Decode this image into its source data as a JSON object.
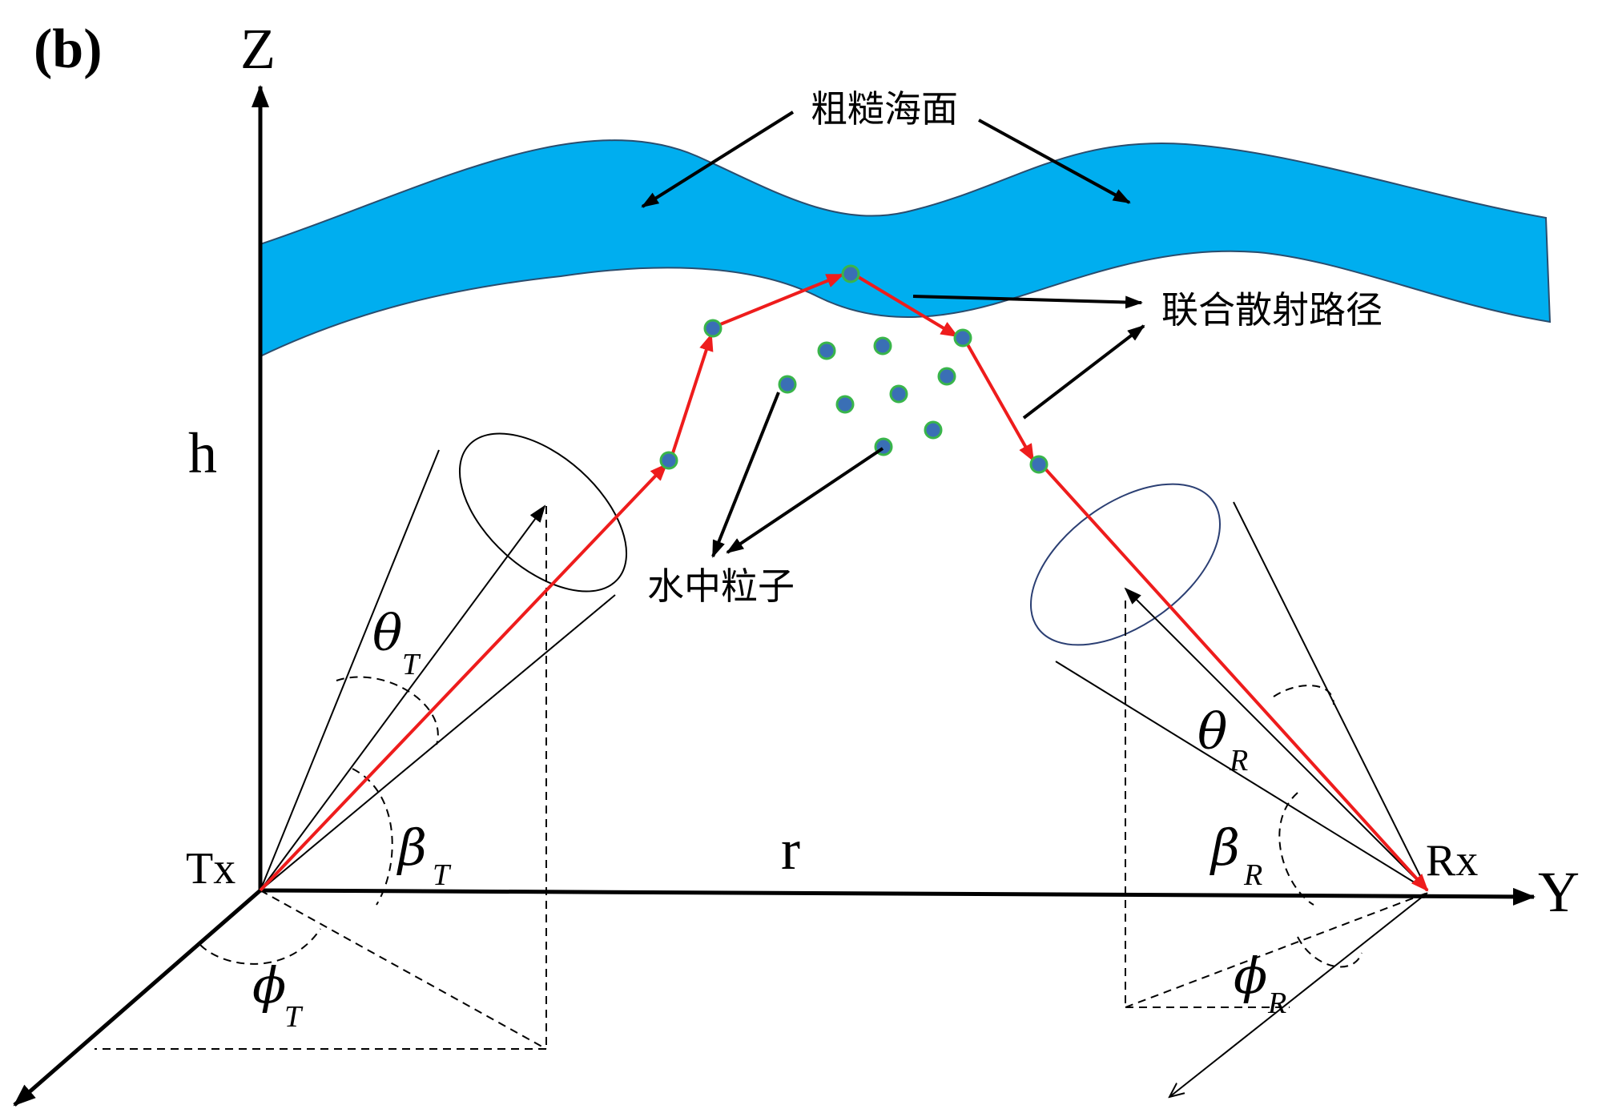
{
  "panel_label": "(b)",
  "axes": {
    "z": "Z",
    "y": "Y",
    "h": "h",
    "r": "r"
  },
  "nodes": {
    "tx": "Tx",
    "rx": "Rx"
  },
  "annotations": {
    "sea_surface": "粗糙海面",
    "scatter_path": "联合散射路径",
    "particles": "水中粒子"
  },
  "angles": {
    "theta_t": {
      "sym": "θ",
      "sub": "T"
    },
    "beta_t": {
      "sym": "β",
      "sub": "T"
    },
    "phi_t": {
      "sym": "ϕ",
      "sub": "T"
    },
    "theta_r": {
      "sym": "θ",
      "sub": "R"
    },
    "beta_r": {
      "sym": "β",
      "sub": "R"
    },
    "phi_r": {
      "sym": "ϕ",
      "sub": "R"
    }
  },
  "colors": {
    "sea": "#00aeef",
    "path": "#ee1c1c",
    "particle_fill": "#3a6fb5",
    "particle_stroke": "#39b54a",
    "receiver_ellipse": "#2b3f73"
  }
}
